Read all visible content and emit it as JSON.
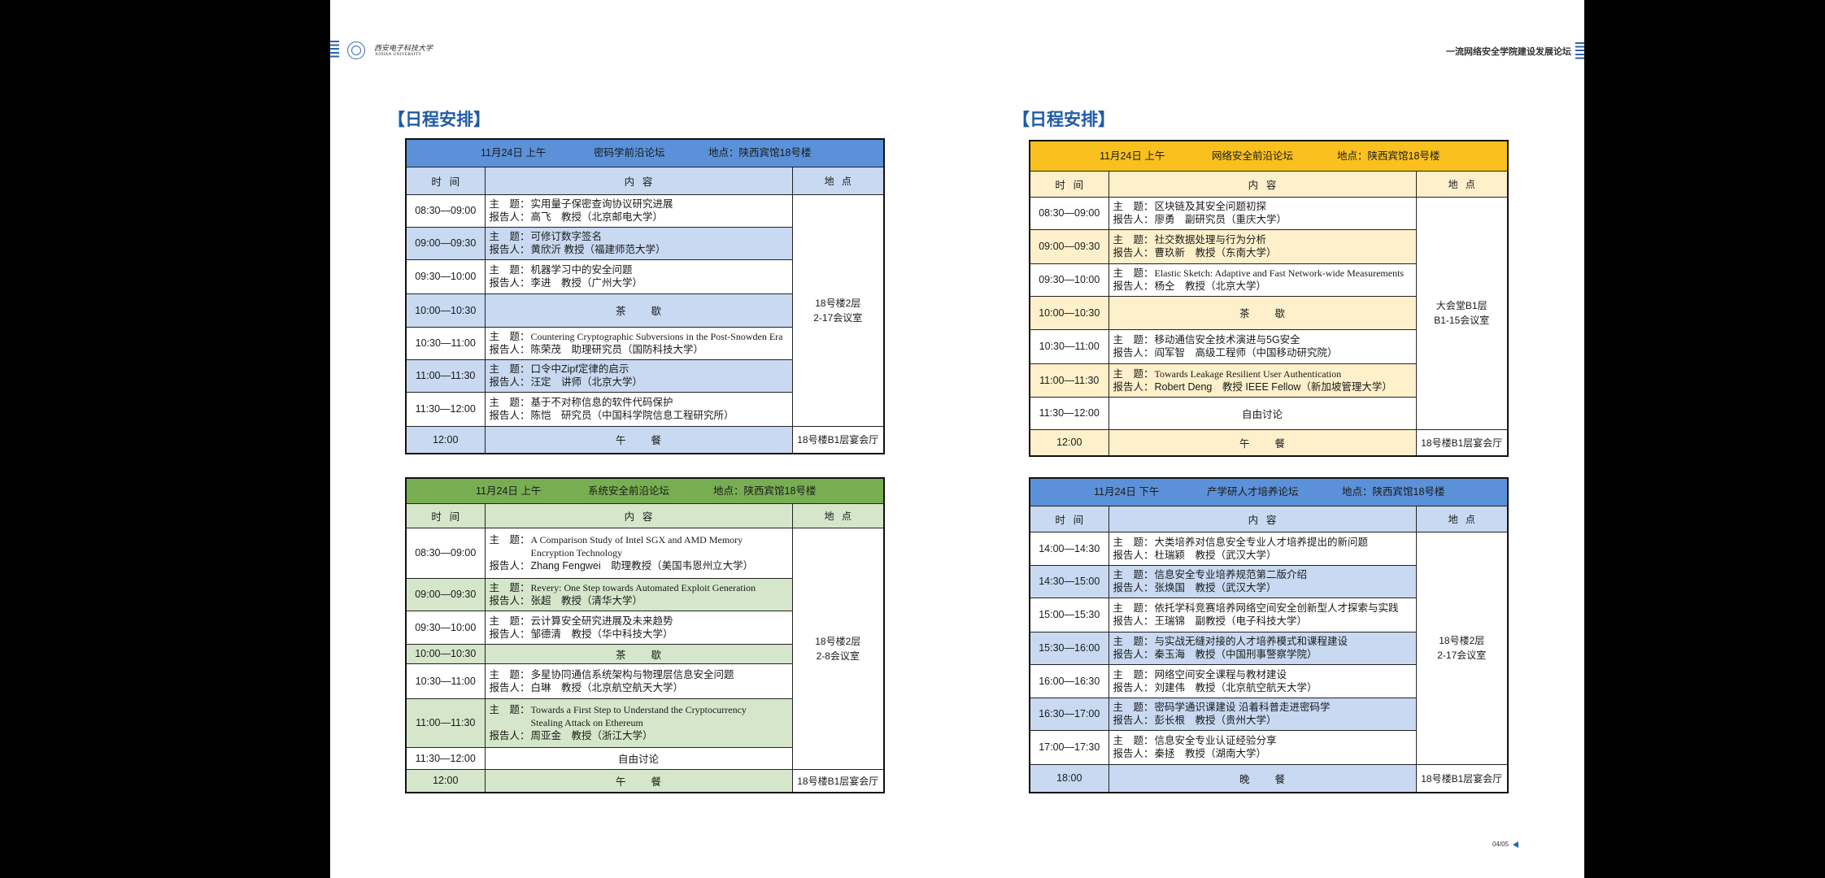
{
  "header": {
    "logo_cn": "西安电子科技大学",
    "logo_en": "XIDIAN UNIVERSITY",
    "forum_title": "一流网络安全学院建设发展论坛"
  },
  "icons": {
    "logo": "university-seal-icon",
    "header_stripes": "stripes-icon",
    "page_marker": "left-triangle-icon"
  },
  "section_title": "【日程安排】",
  "labels": {
    "topic": "主　题：",
    "speaker": "报告人："
  },
  "page_number": "04/05",
  "tables": [
    {
      "header": {
        "date": "11月24日 上午",
        "forum": "密码学前沿论坛",
        "venue": "地点：陕西宾馆18号楼"
      },
      "columns": {
        "time": "时 间",
        "content": "内 容",
        "location": "地 点"
      },
      "colors": {
        "header": "#5b91d8",
        "shade": "#c8d9f1"
      },
      "room": [
        "18号楼2层",
        "2-17会议室"
      ],
      "rows": [
        {
          "time": "08:30—09:00",
          "topic": [
            "实用量子保密查询协议研究进展"
          ],
          "speaker": "高飞　教授（北京邮电大学）"
        },
        {
          "time": "09:00—09:30",
          "topic": [
            "可修订数字签名"
          ],
          "speaker": "黄欣沂 教授（福建师范大学）"
        },
        {
          "time": "09:30—10:00",
          "topic": [
            "机器学习中的安全问题"
          ],
          "speaker": "李进　教授（广州大学）"
        },
        {
          "time": "10:00—10:30",
          "note": "茶 歇"
        },
        {
          "time": "10:30—11:00",
          "topic": [
            "Countering Cryptographic Subversions in the Post-Snowden Era"
          ],
          "speaker": "陈荣茂　助理研究员（国防科技大学）"
        },
        {
          "time": "11:00—11:30",
          "topic": [
            "口令中Zipf定律的启示"
          ],
          "speaker": "汪定　讲师（北京大学）"
        },
        {
          "time": "11:30—12:00",
          "topic": [
            "基于不对称信息的软件代码保护"
          ],
          "speaker": "陈恺　研究员（中国科学院信息工程研究所）"
        }
      ],
      "meal": {
        "time": "12:00",
        "label": "午 餐",
        "location": "18号楼B1层宴会厅"
      }
    },
    {
      "header": {
        "date": "11月24日 上午",
        "forum": "系统安全前沿论坛",
        "venue": "地点：陕西宾馆18号楼"
      },
      "columns": {
        "time": "时 间",
        "content": "内 容",
        "location": "地 点"
      },
      "colors": {
        "header": "#78ae52",
        "shade": "#d5e6ca"
      },
      "room": [
        "18号楼2层",
        "2-8会议室"
      ],
      "rows": [
        {
          "time": "08:30—09:00",
          "topic": [
            "A Comparison Study of Intel SGX and AMD Memory",
            "Encryption Technology"
          ],
          "speaker": "Zhang Fengwei　助理教授（美国韦恩州立大学）"
        },
        {
          "time": "09:00—09:30",
          "topic": [
            "Revery: One Step towards Automated Exploit Generation"
          ],
          "speaker": "张超　教授（清华大学）"
        },
        {
          "time": "09:30—10:00",
          "topic": [
            "云计算安全研究进展及未来趋势"
          ],
          "speaker": "邹德清　教授（华中科技大学）"
        },
        {
          "time": "10:00—10:30",
          "note": "茶 歇"
        },
        {
          "time": "10:30—11:00",
          "topic": [
            "多星协同通信系统架构与物理层信息安全问题"
          ],
          "speaker": "白琳　教授（北京航空航天大学）"
        },
        {
          "time": "11:00—11:30",
          "topic": [
            "Towards a First Step to Understand the Cryptocurrency",
            "Stealing Attack on Ethereum"
          ],
          "speaker": "周亚金　教授（浙江大学）"
        },
        {
          "time": "11:30—12:00",
          "note": "自由讨论"
        }
      ],
      "meal": {
        "time": "12:00",
        "label": "午 餐",
        "location": "18号楼B1层宴会厅"
      }
    },
    {
      "header": {
        "date": "11月24日 上午",
        "forum": "网络安全前沿论坛",
        "venue": "地点：陕西宾馆18号楼"
      },
      "columns": {
        "time": "时 间",
        "content": "内 容",
        "location": "地 点"
      },
      "colors": {
        "header": "#f9c01e",
        "shade": "#fdf0cb"
      },
      "room": [
        "大会堂B1层",
        "B1-15会议室"
      ],
      "rows": [
        {
          "time": "08:30—09:00",
          "topic": [
            "区块链及其安全问题初探"
          ],
          "speaker": "廖勇　副研究员（重庆大学）"
        },
        {
          "time": "09:00—09:30",
          "topic": [
            "社交数据处理与行为分析"
          ],
          "speaker": "曹玖新　教授（东南大学）"
        },
        {
          "time": "09:30—10:00",
          "topic": [
            "Elastic Sketch: Adaptive and Fast Network-wide Measurements"
          ],
          "speaker": "杨仝　教授（北京大学）"
        },
        {
          "time": "10:00—10:30",
          "note": "茶 歇"
        },
        {
          "time": "10:30—11:00",
          "topic": [
            "移动通信安全技术演进与5G安全"
          ],
          "speaker": "阎军智　高级工程师（中国移动研究院）"
        },
        {
          "time": "11:00—11:30",
          "topic": [
            "Towards Leakage Resilient User Authentication"
          ],
          "speaker": "Robert Deng　教授 IEEE Fellow（新加坡管理大学）"
        },
        {
          "time": "11:30—12:00",
          "note": "自由讨论"
        }
      ],
      "meal": {
        "time": "12:00",
        "label": "午 餐",
        "location": "18号楼B1层宴会厅"
      }
    },
    {
      "header": {
        "date": "11月24日 下午",
        "forum": "产学研人才培养论坛",
        "venue": "地点：陕西宾馆18号楼"
      },
      "columns": {
        "time": "时 间",
        "content": "内 容",
        "location": "地 点"
      },
      "colors": {
        "header": "#5b91d8",
        "shade": "#c8d9f1"
      },
      "room": [
        "18号楼2层",
        "2-17会议室"
      ],
      "rows": [
        {
          "time": "14:00—14:30",
          "topic": [
            "大类培养对信息安全专业人才培养提出的新问题"
          ],
          "speaker": "杜瑞颖　教授（武汉大学）"
        },
        {
          "time": "14:30—15:00",
          "topic": [
            "信息安全专业培养规范第二版介绍"
          ],
          "speaker": "张焕国　教授（武汉大学）"
        },
        {
          "time": "15:00—15:30",
          "topic": [
            "依托学科竞赛培养网络空间安全创新型人才探索与实践"
          ],
          "speaker": "王瑞锦　副教授（电子科技大学）"
        },
        {
          "time": "15:30—16:00",
          "topic": [
            "与实战无缝对接的人才培养模式和课程建设"
          ],
          "speaker": "秦玉海　教授（中国刑事警察学院）"
        },
        {
          "time": "16:00—16:30",
          "topic": [
            "网络空间安全课程与教材建设"
          ],
          "speaker": "刘建伟　教授（北京航空航天大学）"
        },
        {
          "time": "16:30—17:00",
          "topic": [
            "密码学通识课建设 沿着科普走进密码学"
          ],
          "speaker": "彭长根　教授（贵州大学）"
        },
        {
          "time": "17:00—17:30",
          "topic": [
            "信息安全专业认证经验分享"
          ],
          "speaker": "秦拯　教授（湖南大学）"
        }
      ],
      "meal": {
        "time": "18:00",
        "label": "晚 餐",
        "location": "18号楼B1层宴会厅"
      }
    }
  ]
}
